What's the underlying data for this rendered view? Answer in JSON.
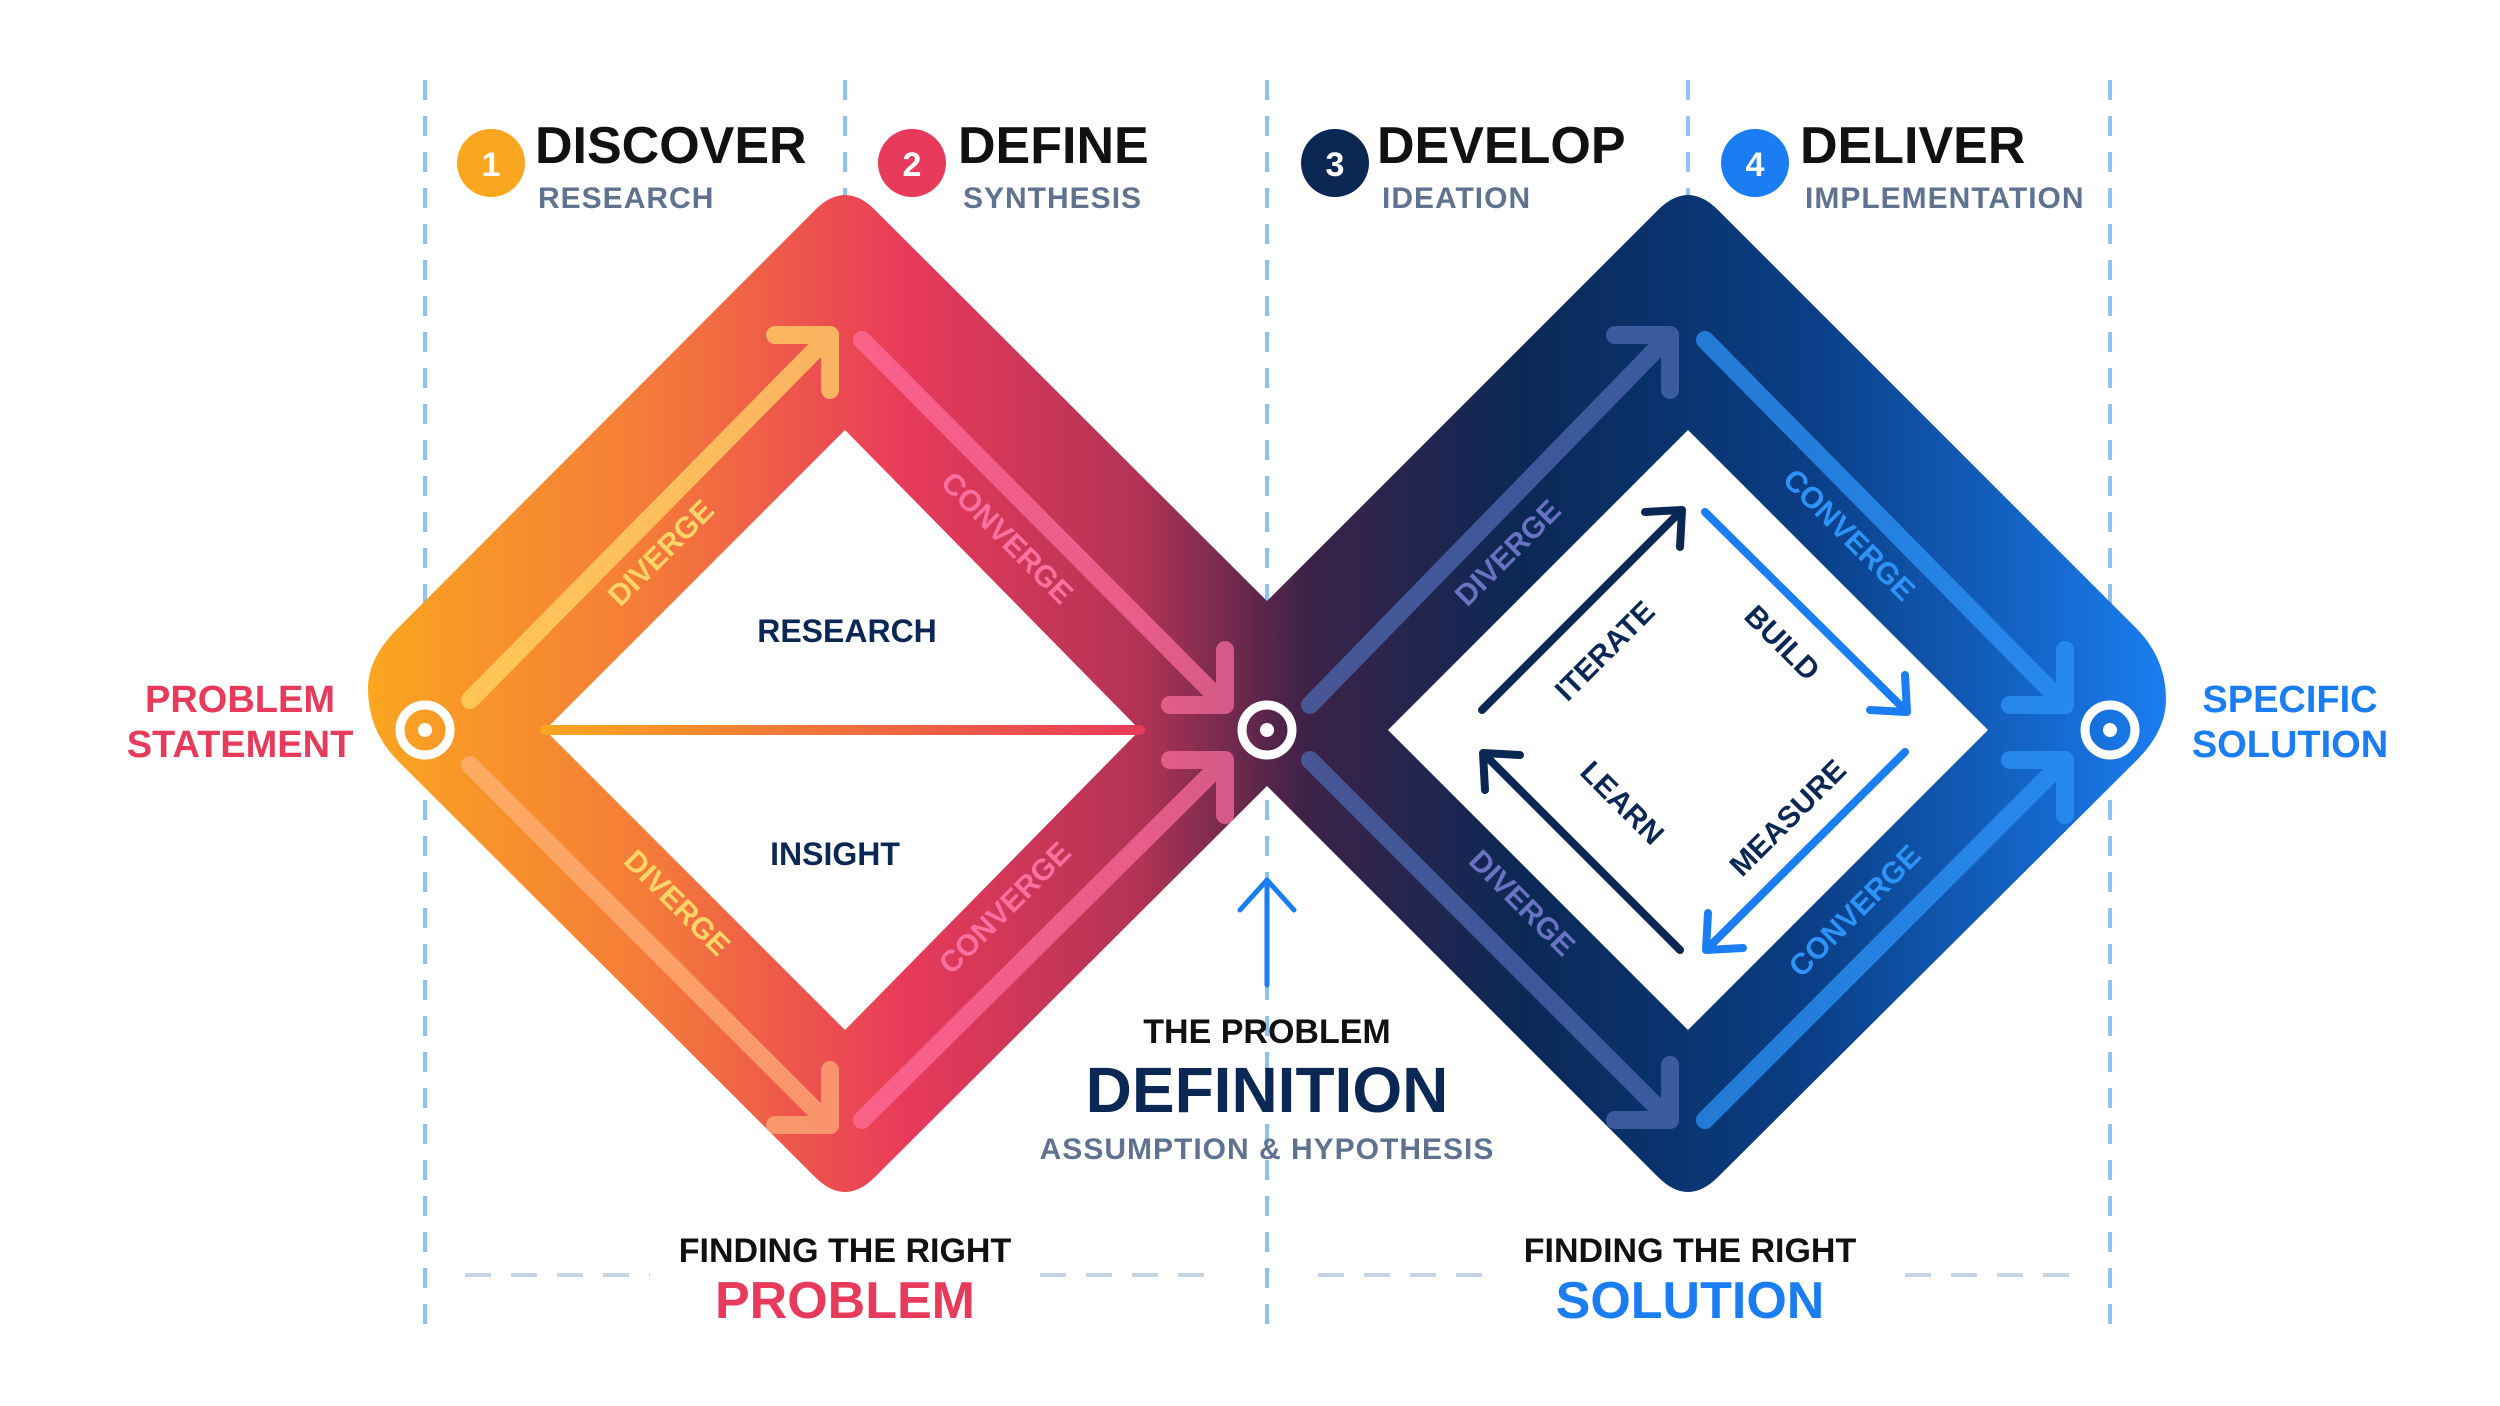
{
  "phases": [
    {
      "number": "1",
      "title": "DISCOVER",
      "subtitle": "RESEARCH",
      "color": "#FBA61F"
    },
    {
      "number": "2",
      "title": "DEFINE",
      "subtitle": "SYNTHESIS",
      "color": "#E83A5A"
    },
    {
      "number": "3",
      "title": "DEVELOP",
      "subtitle": "IDEATION",
      "color": "#0B2855"
    },
    {
      "number": "4",
      "title": "DELIVER",
      "subtitle": "IMPLEMENTATION",
      "color": "#1A7EF2"
    }
  ],
  "left_endpoint": {
    "line1": "PROBLEM",
    "line2": "STATEMENT"
  },
  "right_endpoint": {
    "line1": "SPECIFIC",
    "line2": "SOLUTION"
  },
  "left_diamond": {
    "top_label": "RESEARCH",
    "bottom_label": "INSIGHT",
    "edge_labels": {
      "upper_left": "DIVERGE",
      "upper_right": "CONVERGE",
      "lower_left": "DIVERGE",
      "lower_right": "CONVERGE"
    }
  },
  "right_diamond": {
    "edge_labels": {
      "upper_left": "DIVERGE",
      "upper_right": "CONVERGE",
      "lower_left": "DIVERGE",
      "lower_right": "CONVERGE"
    },
    "cycle": {
      "iterate": "ITERATE",
      "build": "BUILD",
      "measure": "MEASURE",
      "learn": "LEARN"
    }
  },
  "center": {
    "line1": "THE PROBLEM",
    "title": "DEFINITION",
    "subtitle": "ASSUMPTION & HYPOTHESIS"
  },
  "bottom": {
    "left": {
      "line1": "FINDING THE RIGHT",
      "line2": "PROBLEM"
    },
    "right": {
      "line1": "FINDING THE RIGHT",
      "line2": "SOLUTION"
    }
  },
  "colors": {
    "orange": "#FBA61F",
    "pink": "#E83A5A",
    "navy": "#0B2855",
    "blue": "#1A7EF2",
    "slate": "#5F7391",
    "dash": "#8EC2F2"
  }
}
